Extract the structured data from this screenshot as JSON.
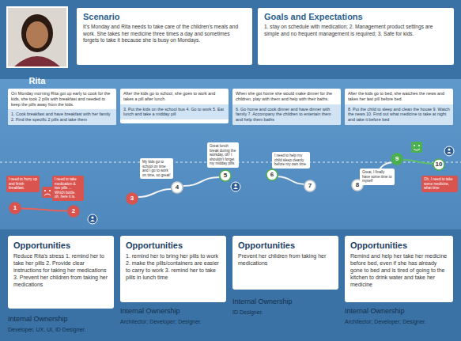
{
  "diagram": {
    "nodes": [
      {
        "text": [
          "Rita"
        ]
      },
      {
        "text": [
          "Scenario",
          "It's Monday and Rita needs to take care of the children's meals and work. She takes her medicine three times a day and sometimes forgets to take it because she is busy on Mondays."
        ]
      },
      {
        "text": [
          "Goals and Expectations",
          "1. stay on schedule with medication; 2. Management product settings are simple and no frequent management is required; 3. Safe for kids."
        ]
      },
      {
        "text": [
          "On Monday morning Rita got up early to cook for the kids, she took 2 pills with breakfast and needed to keep the pills away from the kids.",
          "1. Cook breakfast and have breakfast with her family 2. Find the specific 2 pills and take them"
        ]
      },
      {
        "text": [
          "After the kids go to school, she goes to work and takes a pill after lunch.",
          "3. Put the kids on the school bus 4. Go to work 5. Eat lunch and take a midday pill"
        ]
      },
      {
        "text": [
          "When she got home she would make dinner for the children, play with them and help with their baths.",
          "6. Go home and cook dinner and have dinner with family 7. Accompany the children to entertain them and help them baths"
        ]
      },
      {
        "text": [
          "After the kids go to bed, she watches the news and takes her last pill before bed.",
          "8. Put the child to sleep and clean the house 9. Watch the news 10. Find out what medicine to take at night and take it before bed"
        ]
      },
      {
        "text": [
          "1"
        ]
      },
      {
        "text": [
          "2"
        ]
      },
      {
        "text": [
          "3"
        ]
      },
      {
        "text": [
          "4"
        ]
      },
      {
        "text": [
          "5"
        ]
      },
      {
        "text": [
          "6"
        ]
      },
      {
        "text": [
          "7"
        ]
      },
      {
        "text": [
          "8"
        ]
      },
      {
        "text": [
          "9"
        ]
      },
      {
        "text": [
          "10"
        ]
      },
      {
        "text": [
          "I need to hurry up and finish breakfast."
        ]
      },
      {
        "text": [
          "I need to take medication & two pills ... Which bottle. oh, here it is."
        ]
      },
      {
        "text": [
          "My kids go to school on time and I go to work on time, so great!"
        ]
      },
      {
        "text": [
          "Great lunch break during the workday, oh! I shouldn't forget my midday pills"
        ]
      },
      {
        "text": [
          "I need to help my child sleep cleanly before my own time"
        ]
      },
      {
        "text": [
          "Great, I finally have some time to myself"
        ]
      },
      {
        "text": [
          "Oh, I need to take some medicine, what time"
        ]
      },
      {
        "text": [
          "Opportunities",
          "Reduce Rita's stress 1. remind her to take her pills 2. Provide clear instructions for taking her medications 3. Prevent her children from taking her medications"
        ]
      },
      {
        "text": [
          "Opportunities",
          "1. remind her to bring her pills to work 2. make the pills/containers are easier to carry to work 3. remind her to take pills in lunch time"
        ]
      },
      {
        "text": [
          "Opportunities",
          "Prevent her children from taking her medications"
        ]
      },
      {
        "text": [
          "Opportunities",
          "Remind and help her take her medicine before bed, even if she has already gone to bed and is tired of going to the kitchen to drink water and take her medicine"
        ]
      }
    ],
    "edges": [
      {
        "from": 7,
        "to": 8,
        "arrow": "none"
      },
      {
        "from": 9,
        "to": 10,
        "arrow": "none"
      },
      {
        "from": 10,
        "to": 11,
        "arrow": "none"
      },
      {
        "from": 12,
        "to": 13,
        "arrow": "none"
      },
      {
        "from": 14,
        "to": 15,
        "arrow": "none"
      },
      {
        "from": 15,
        "to": 16,
        "arrow": "none"
      }
    ],
    "labels": [
      "Internal Ownership",
      "Developer, UX, UI, ID Designer.",
      "Internal Ownership",
      "Architector; Developer; Designer.",
      "Internal Ownership",
      "ID Designer.",
      "Internal Ownership",
      "Architector; Developer; Designer."
    ]
  }
}
